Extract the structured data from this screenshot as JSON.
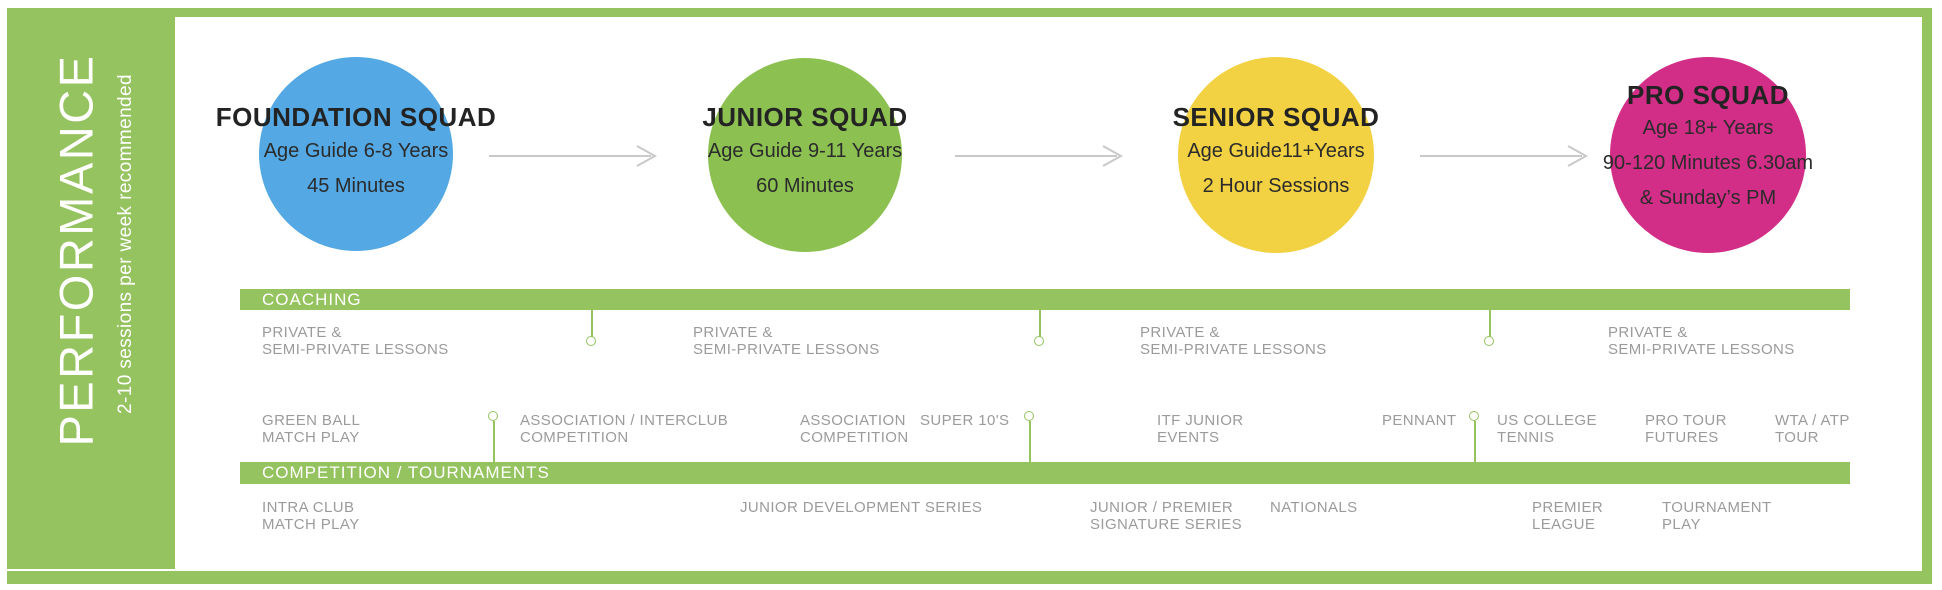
{
  "sidebar": {
    "title": "PERFORMANCE",
    "subtitle": "2-10 sessions per week recommended"
  },
  "squads": [
    {
      "name": "FOUNDATION SQUAD",
      "lines": [
        "Age Guide 6-8 Years",
        "45 Minutes"
      ],
      "color": "#54a9e4"
    },
    {
      "name": "JUNIOR SQUAD",
      "lines": [
        "Age Guide 9-11 Years",
        "60 Minutes"
      ],
      "color": "#8cc152"
    },
    {
      "name": "SENIOR SQUAD",
      "lines": [
        "Age Guide11+Years",
        "2 Hour Sessions"
      ],
      "color": "#f2d243"
    },
    {
      "name": "PRO SQUAD",
      "lines": [
        "Age 18+ Years",
        "90-120 Minutes 6.30am",
        "& Sunday’s PM"
      ],
      "color": "#d22d87"
    }
  ],
  "coaching": {
    "bar_label": "COACHING",
    "items": [
      {
        "lines": [
          "PRIVATE &",
          "SEMI-PRIVATE LESSONS"
        ]
      },
      {
        "lines": [
          "PRIVATE &",
          "SEMI-PRIVATE LESSONS"
        ]
      },
      {
        "lines": [
          "PRIVATE &",
          "SEMI-PRIVATE LESSONS"
        ]
      },
      {
        "lines": [
          "PRIVATE &",
          "SEMI-PRIVATE LESSONS"
        ]
      }
    ]
  },
  "competition": {
    "bar_label": "COMPETITION / TOURNAMENTS",
    "above": [
      {
        "lines": [
          "GREEN  BALL",
          "MATCH PLAY"
        ]
      },
      {
        "lines": [
          "ASSOCIATION / INTERCLUB",
          "COMPETITION"
        ]
      },
      {
        "lines": [
          "ASSOCIATION",
          "COMPETITION"
        ]
      },
      {
        "lines": [
          "SUPER 10'S"
        ]
      },
      {
        "lines": [
          "ITF JUNIOR",
          "EVENTS"
        ]
      },
      {
        "lines": [
          "PENNANT"
        ]
      },
      {
        "lines": [
          "US COLLEGE",
          "TENNIS"
        ]
      },
      {
        "lines": [
          "PRO TOUR",
          "FUTURES"
        ]
      },
      {
        "lines": [
          "WTA / ATP",
          "TOUR"
        ]
      }
    ],
    "below": [
      {
        "lines": [
          "INTRA CLUB",
          "MATCH PLAY"
        ]
      },
      {
        "lines": [
          "JUNIOR DEVELOPMENT SERIES"
        ]
      },
      {
        "lines": [
          "JUNIOR / PREMIER",
          "SIGNATURE SERIES"
        ]
      },
      {
        "lines": [
          "NATIONALS"
        ]
      },
      {
        "lines": [
          "PREMIER",
          "LEAGUE"
        ]
      },
      {
        "lines": [
          "TOURNAMENT",
          "PLAY"
        ]
      }
    ]
  },
  "colors": {
    "green": "#95c35f",
    "blue": "#54a9e4",
    "circle_green": "#8cc152",
    "yellow": "#f2d243",
    "pink": "#d22d87",
    "gray_text": "#9b9b9b",
    "dark_text": "#232323",
    "arrow": "#c9c9c9"
  }
}
